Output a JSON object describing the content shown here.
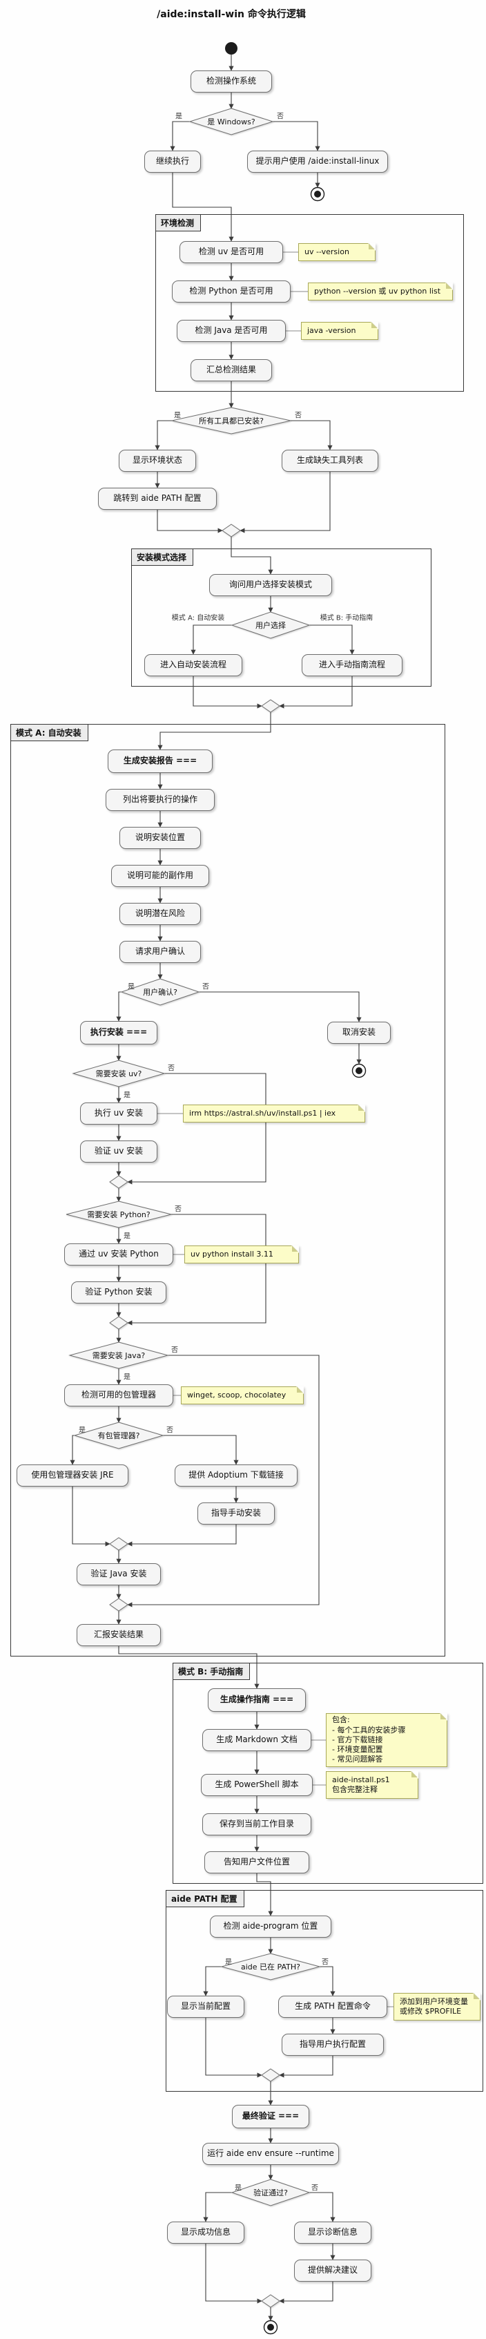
{
  "title": "/aide:install-win 命令执行逻辑",
  "colors": {
    "activity_fill": "#F5F5F5",
    "activity_border": "#6E6E6E",
    "note_fill": "#FCFCC8",
    "note_border": "#A8A858",
    "line_color": "#3C3C3C",
    "partition_border": "#383838",
    "tab_fill": "#ECECEC"
  },
  "labels": {
    "yes": "是",
    "no": "否",
    "mode_a": "模式 A: 自动安装",
    "mode_b": "模式 B: 手动指南"
  },
  "partitions": [
    {
      "id": "p1",
      "label": "环境检测"
    },
    {
      "id": "p2",
      "label": "安装模式选择"
    },
    {
      "id": "p3",
      "label": "模式 A: 自动安装"
    },
    {
      "id": "p4",
      "label": "模式 B: 手动指南"
    },
    {
      "id": "p5",
      "label": "aide PATH 配置"
    }
  ],
  "nodes": [
    {
      "id": "start",
      "type": "start"
    },
    {
      "id": "detect-os",
      "type": "activity",
      "label": "检测操作系统"
    },
    {
      "id": "is-windows",
      "type": "decision",
      "label": "是 Windows?"
    },
    {
      "id": "continue-exec",
      "type": "activity",
      "label": "继续执行"
    },
    {
      "id": "prompt-linux",
      "type": "activity",
      "label": "提示用户使用 /aide:install-linux"
    },
    {
      "id": "end-linux",
      "type": "end"
    },
    {
      "id": "check-uv",
      "type": "activity",
      "label": "检测 uv 是否可用"
    },
    {
      "id": "check-python",
      "type": "activity",
      "label": "检测 Python 是否可用"
    },
    {
      "id": "check-java",
      "type": "activity",
      "label": "检测 Java 是否可用"
    },
    {
      "id": "summary",
      "type": "activity",
      "label": "汇总检测结果"
    },
    {
      "id": "all-installed",
      "type": "decision",
      "label": "所有工具都已安装?"
    },
    {
      "id": "show-env",
      "type": "activity",
      "label": "显示环境状态"
    },
    {
      "id": "missing-list",
      "type": "activity",
      "label": "生成缺失工具列表"
    },
    {
      "id": "jump-path",
      "type": "activity",
      "label": "跳转到 aide PATH 配置"
    },
    {
      "id": "merge-env",
      "type": "merge"
    },
    {
      "id": "ask-mode",
      "type": "activity",
      "label": "询问用户选择安装模式"
    },
    {
      "id": "user-choice",
      "type": "decision",
      "label": "用户选择"
    },
    {
      "id": "enter-auto",
      "type": "activity",
      "label": "进入自动安装流程"
    },
    {
      "id": "enter-manual",
      "type": "activity",
      "label": "进入手动指南流程"
    },
    {
      "id": "merge-mode",
      "type": "merge"
    },
    {
      "id": "gen-report",
      "type": "activity",
      "label": "生成安装报告 ===",
      "bold": true
    },
    {
      "id": "list-ops",
      "type": "activity",
      "label": "列出将要执行的操作"
    },
    {
      "id": "explain-loc",
      "type": "activity",
      "label": "说明安装位置"
    },
    {
      "id": "explain-side",
      "type": "activity",
      "label": "说明可能的副作用"
    },
    {
      "id": "explain-risk",
      "type": "activity",
      "label": "说明潜在风险"
    },
    {
      "id": "req-confirm",
      "type": "activity",
      "label": "请求用户确认"
    },
    {
      "id": "user-confirm",
      "type": "decision",
      "label": "用户确认?"
    },
    {
      "id": "exec-install",
      "type": "activity",
      "label": "执行安装 ===",
      "bold": true
    },
    {
      "id": "cancel-install",
      "type": "activity",
      "label": "取消安装"
    },
    {
      "id": "end-cancel",
      "type": "end"
    },
    {
      "id": "need-uv",
      "type": "decision",
      "label": "需要安装 uv?"
    },
    {
      "id": "uv-install",
      "type": "activity",
      "label": "执行 uv 安装"
    },
    {
      "id": "uv-verify",
      "type": "activity",
      "label": "验证 uv 安装"
    },
    {
      "id": "merge-uv",
      "type": "merge"
    },
    {
      "id": "need-python",
      "type": "decision",
      "label": "需要安装 Python?"
    },
    {
      "id": "py-install",
      "type": "activity",
      "label": "通过 uv 安装 Python"
    },
    {
      "id": "py-verify",
      "type": "activity",
      "label": "验证 Python 安装"
    },
    {
      "id": "merge-python",
      "type": "merge"
    },
    {
      "id": "need-java",
      "type": "decision",
      "label": "需要安装 Java?"
    },
    {
      "id": "detect-pkg",
      "type": "activity",
      "label": "检测可用的包管理器"
    },
    {
      "id": "has-pkg",
      "type": "decision",
      "label": "有包管理器?"
    },
    {
      "id": "pkg-jre",
      "type": "activity",
      "label": "使用包管理器安装 JRE"
    },
    {
      "id": "adoptium",
      "type": "activity",
      "label": "提供 Adoptium 下载链接"
    },
    {
      "id": "manual-java",
      "type": "activity",
      "label": "指导手动安装"
    },
    {
      "id": "merge-pkg",
      "type": "merge"
    },
    {
      "id": "java-verify",
      "type": "activity",
      "label": "验证 Java 安装"
    },
    {
      "id": "merge-java",
      "type": "merge"
    },
    {
      "id": "report-result",
      "type": "activity",
      "label": "汇报安装结果"
    },
    {
      "id": "gen-guide",
      "type": "activity",
      "label": "生成操作指南 ===",
      "bold": true
    },
    {
      "id": "gen-md",
      "type": "activity",
      "label": "生成 Markdown 文档"
    },
    {
      "id": "gen-ps1",
      "type": "activity",
      "label": "生成 PowerShell 脚本"
    },
    {
      "id": "save-cwd",
      "type": "activity",
      "label": "保存到当前工作目录"
    },
    {
      "id": "tell-loc",
      "type": "activity",
      "label": "告知用户文件位置"
    },
    {
      "id": "detect-aide",
      "type": "activity",
      "label": "检测 aide-program 位置"
    },
    {
      "id": "in-path",
      "type": "decision",
      "label": "aide 已在 PATH?"
    },
    {
      "id": "show-config",
      "type": "activity",
      "label": "显示当前配置"
    },
    {
      "id": "gen-path-cmd",
      "type": "activity",
      "label": "生成 PATH 配置命令"
    },
    {
      "id": "guide-config",
      "type": "activity",
      "label": "指导用户执行配置"
    },
    {
      "id": "merge-path",
      "type": "merge"
    },
    {
      "id": "final-verify",
      "type": "activity",
      "label": "最终验证 ===",
      "bold": true
    },
    {
      "id": "run-ensure",
      "type": "activity",
      "label": "运行 aide env ensure --runtime"
    },
    {
      "id": "verify-ok",
      "type": "decision",
      "label": "验证通过?"
    },
    {
      "id": "show-success",
      "type": "activity",
      "label": "显示成功信息"
    },
    {
      "id": "show-diag",
      "type": "activity",
      "label": "显示诊断信息"
    },
    {
      "id": "suggest",
      "type": "activity",
      "label": "提供解决建议"
    },
    {
      "id": "merge-final",
      "type": "merge"
    },
    {
      "id": "end-final",
      "type": "end"
    }
  ],
  "notes": [
    {
      "id": "note-uv-ver",
      "lines": [
        "uv --version"
      ]
    },
    {
      "id": "note-py-ver",
      "lines": [
        "python --version 或 uv python list"
      ]
    },
    {
      "id": "note-java-ver",
      "lines": [
        "java -version"
      ]
    },
    {
      "id": "note-uv-cmd",
      "lines": [
        "irm https://astral.sh/uv/install.ps1 | iex"
      ]
    },
    {
      "id": "note-py-cmd",
      "lines": [
        "uv python install 3.11"
      ]
    },
    {
      "id": "note-pkg",
      "lines": [
        "winget, scoop, chocolatey"
      ]
    },
    {
      "id": "note-md",
      "lines": [
        "包含:",
        "- 每个工具的安装步骤",
        "- 官方下载链接",
        "- 环境变量配置",
        "- 常见问题解答"
      ]
    },
    {
      "id": "note-ps1",
      "lines": [
        "aide-install.ps1",
        "包含完整注释"
      ]
    },
    {
      "id": "note-path",
      "lines": [
        "添加到用户环境变量",
        "或修改 $PROFILE"
      ]
    }
  ]
}
